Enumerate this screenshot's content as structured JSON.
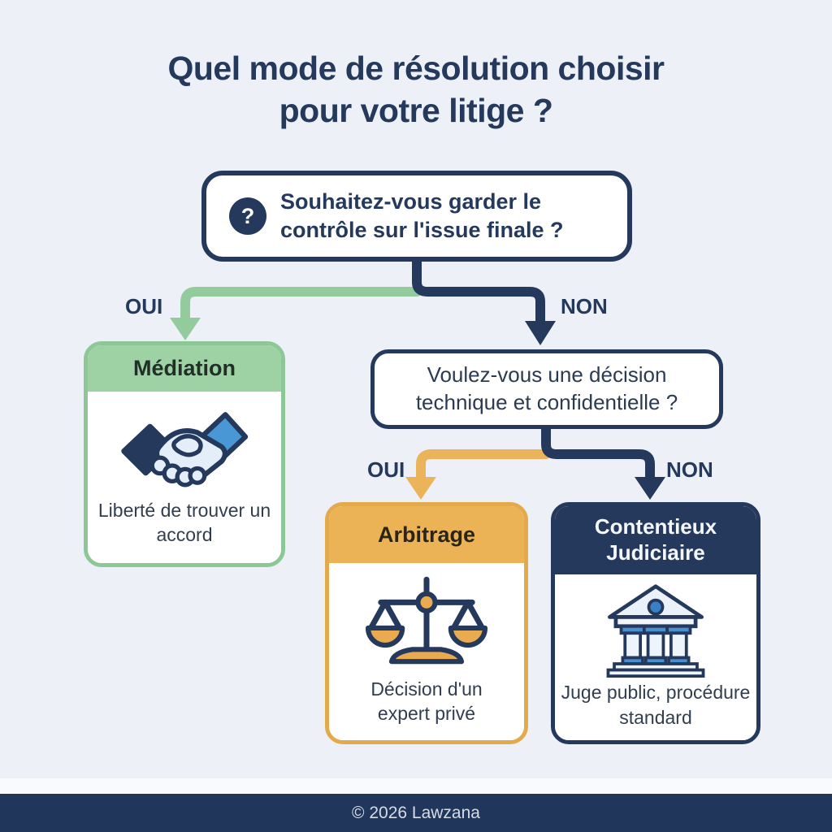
{
  "title": {
    "line1": "Quel mode de résolution choisir",
    "line2": "pour votre litige ?"
  },
  "colors": {
    "background": "#edf1f7",
    "navy": "#24395c",
    "green": "#9ed2a4",
    "green_border": "#8cc795",
    "orange": "#ecb356",
    "orange_border": "#e3aa4b",
    "footer_bg": "#20365a",
    "icon_blue": "#4a97d6",
    "icon_light_blue": "#e4eef9"
  },
  "flow": {
    "question1": {
      "icon_glyph": "?",
      "text": "Souhaitez-vous garder le contrôle sur l'issue finale ?"
    },
    "branch1": {
      "yes_label": "OUI",
      "no_label": "NON"
    },
    "question2": {
      "text": "Voulez-vous une décision technique et confidentielle ?"
    },
    "branch2": {
      "yes_label": "OUI",
      "no_label": "NON"
    },
    "outcomes": [
      {
        "title": "Médiation",
        "icon": "handshake-icon",
        "description": "Liberté de trouver un accord"
      },
      {
        "title": "Arbitrage",
        "icon": "scales-icon",
        "description": "Décision d'un expert privé"
      },
      {
        "title": "Contentieux Judiciaire",
        "icon": "courthouse-icon",
        "description": "Juge public, procédure standard"
      }
    ]
  },
  "footer": {
    "text": "© 2026 Lawzana"
  }
}
